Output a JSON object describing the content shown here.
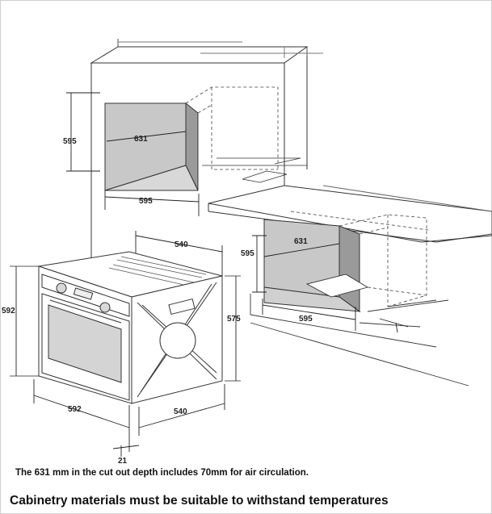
{
  "dimensions": {
    "wall_niche_height": "595",
    "wall_niche_depth": "631",
    "wall_niche_width": "595",
    "oven_top_depth": "540",
    "oven_front_height": "592",
    "oven_side_height": "575",
    "oven_front_width": "592",
    "oven_side_depth": "540",
    "oven_fascia_offset": "21",
    "under_counter_height": "595",
    "under_counter_depth": "631",
    "under_counter_width": "595"
  },
  "notes": {
    "cutout_note": "The 631 mm in the cut out depth includes 70mm for air circulation.",
    "warning": "Cabinetry materials must be suitable to withstand temperatures"
  }
}
